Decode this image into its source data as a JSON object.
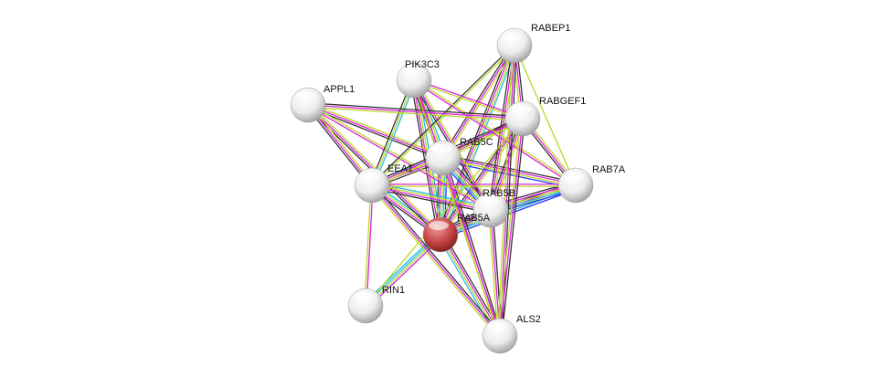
{
  "network": {
    "query_color": "#cc3333",
    "evidence_colors": {
      "k": "#333333",
      "m": "#dd22dd",
      "y": "#b8d825",
      "c": "#22bbdd",
      "b": "#2233ee"
    },
    "nodes": [
      {
        "id": "RABEP1",
        "label": "RABEP1",
        "query": false
      },
      {
        "id": "PIK3C3",
        "label": "PIK3C3",
        "query": false
      },
      {
        "id": "APPL1",
        "label": "APPL1",
        "query": false
      },
      {
        "id": "RABGEF1",
        "label": "RABGEF1",
        "query": false
      },
      {
        "id": "RAB5C",
        "label": "RAB5C",
        "query": false
      },
      {
        "id": "EEA1",
        "label": "EEA1",
        "query": false
      },
      {
        "id": "RAB7A",
        "label": "RAB7A",
        "query": false
      },
      {
        "id": "RAB5B",
        "label": "RAB5B",
        "query": false
      },
      {
        "id": "RAB5A",
        "label": "RAB5A",
        "query": true
      },
      {
        "id": "RIN1",
        "label": "RIN1",
        "query": false
      },
      {
        "id": "ALS2",
        "label": "ALS2",
        "query": false
      }
    ],
    "edges": [
      [
        "RAB5A",
        "RAB5C",
        "kmycb"
      ],
      [
        "RAB5A",
        "RAB5B",
        "kmycb"
      ],
      [
        "RAB5A",
        "EEA1",
        "kmyc"
      ],
      [
        "RAB5A",
        "RABEP1",
        "kmyc"
      ],
      [
        "RAB5A",
        "RABGEF1",
        "kmy"
      ],
      [
        "RAB5A",
        "RAB7A",
        "kmycb"
      ],
      [
        "RAB5A",
        "PIK3C3",
        "kmyc"
      ],
      [
        "RAB5A",
        "APPL1",
        "kmy"
      ],
      [
        "RAB5A",
        "RIN1",
        "mycc"
      ],
      [
        "RAB5A",
        "ALS2",
        "kmyc"
      ],
      [
        "RAB5C",
        "RAB5B",
        "kmycb"
      ],
      [
        "RAB5C",
        "RAB7A",
        "kmyb"
      ],
      [
        "RAB5C",
        "EEA1",
        "kmyc"
      ],
      [
        "RAB5C",
        "RABEP1",
        "kmy"
      ],
      [
        "RAB5C",
        "RABGEF1",
        "kmy"
      ],
      [
        "RAB5C",
        "PIK3C3",
        "kmyc"
      ],
      [
        "RAB5C",
        "APPL1",
        "kmy"
      ],
      [
        "RAB5C",
        "ALS2",
        "kmy"
      ],
      [
        "RAB5B",
        "RAB7A",
        "kmycb"
      ],
      [
        "RAB5B",
        "EEA1",
        "kmyc"
      ],
      [
        "RAB5B",
        "RABEP1",
        "kmy"
      ],
      [
        "RAB5B",
        "RABGEF1",
        "kmy"
      ],
      [
        "RAB5B",
        "PIK3C3",
        "kmy"
      ],
      [
        "RAB5B",
        "ALS2",
        "kmy"
      ],
      [
        "RAB5B",
        "APPL1",
        "my"
      ],
      [
        "EEA1",
        "APPL1",
        "kmy"
      ],
      [
        "EEA1",
        "PIK3C3",
        "kyc"
      ],
      [
        "EEA1",
        "RABEP1",
        "ky"
      ],
      [
        "EEA1",
        "RABGEF1",
        "kmy"
      ],
      [
        "EEA1",
        "RAB7A",
        "my"
      ],
      [
        "EEA1",
        "ALS2",
        "kmy"
      ],
      [
        "EEA1",
        "RIN1",
        "my"
      ],
      [
        "RAB7A",
        "RABGEF1",
        "kmy"
      ],
      [
        "RAB7A",
        "RABEP1",
        "y"
      ],
      [
        "RAB7A",
        "PIK3C3",
        "my"
      ],
      [
        "RABEP1",
        "RABGEF1",
        "kmy"
      ],
      [
        "RABEP1",
        "ALS2",
        "kmy"
      ],
      [
        "RABGEF1",
        "ALS2",
        "kmy"
      ],
      [
        "PIK3C3",
        "RABGEF1",
        "my"
      ],
      [
        "APPL1",
        "RABGEF1",
        "kmy"
      ],
      [
        "PIK3C3",
        "ALS2",
        "my"
      ],
      [
        "RABGEF1",
        "RIN1",
        "y"
      ]
    ]
  }
}
